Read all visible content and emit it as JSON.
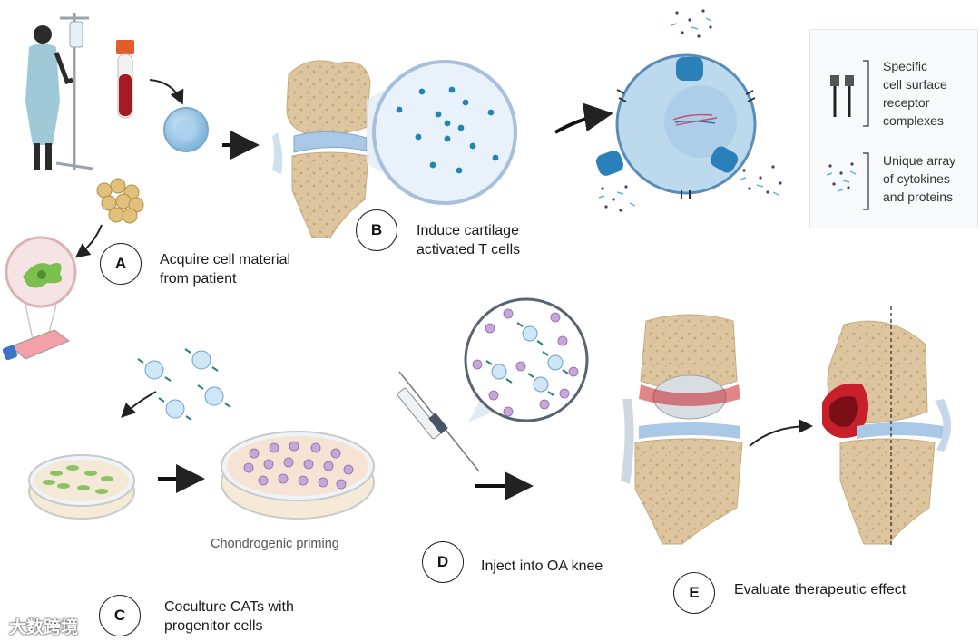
{
  "steps": {
    "a": {
      "badge": "A",
      "line1": "Acquire cell material",
      "line2": "from patient"
    },
    "b": {
      "badge": "B",
      "line1": "Induce cartilage",
      "line2": "activated T cells"
    },
    "c": {
      "badge": "C",
      "line1": "Coculture CATs with",
      "line2": "progenitor cells",
      "caption": "Chondrogenic priming"
    },
    "d": {
      "badge": "D",
      "line1": "Inject into OA knee"
    },
    "e": {
      "badge": "E",
      "line1": "Evaluate therapeutic effect"
    }
  },
  "legend": {
    "receptor": {
      "line1": "Specific",
      "line2": "cell surface",
      "line3": "receptor",
      "line4": "complexes"
    },
    "cytokines": {
      "line1": "Unique array",
      "line2": "of cytokines",
      "line3": "and proteins"
    }
  },
  "watermark": "大数跨境",
  "colors": {
    "bone": "#d9c29a",
    "cartilage_blue": "#a9c8e6",
    "tcell": "#8ec3e6",
    "tcell_dark": "#2a6fa3",
    "inflammation": "#c8202a"
  }
}
